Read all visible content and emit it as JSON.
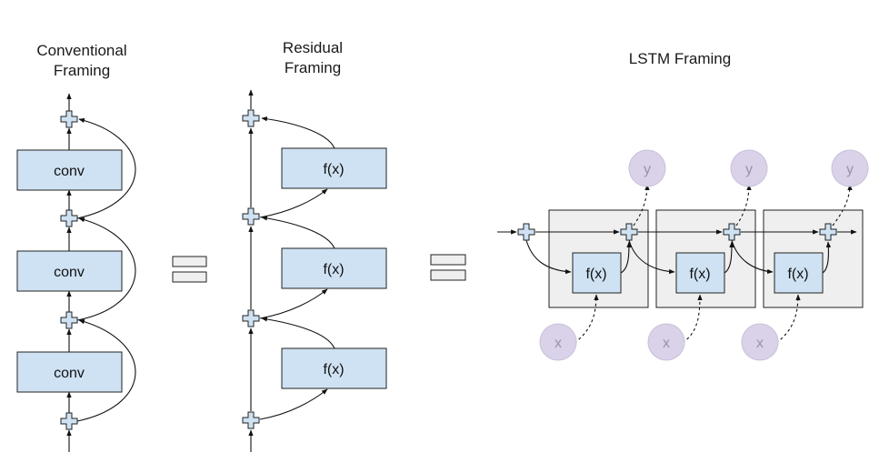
{
  "panels": {
    "conventional": {
      "title_line1": "Conventional",
      "title_line2": "Framing",
      "blocks": [
        "conv",
        "conv",
        "conv"
      ]
    },
    "residual": {
      "title_line1": "Residual",
      "title_line2": "Framing",
      "blocks": [
        "f(x)",
        "f(x)",
        "f(x)"
      ]
    },
    "lstm": {
      "title": "LSTM Framing",
      "cells": [
        {
          "func": "f(x)",
          "input": "x",
          "output": "y"
        },
        {
          "func": "f(x)",
          "input": "x",
          "output": "y"
        },
        {
          "func": "f(x)",
          "input": "x",
          "output": "y"
        }
      ]
    }
  },
  "colors": {
    "block_fill": "#cfe2f3",
    "cell_fill": "#efefef",
    "node_fill": "#d9d2e9",
    "line": "#111111"
  }
}
